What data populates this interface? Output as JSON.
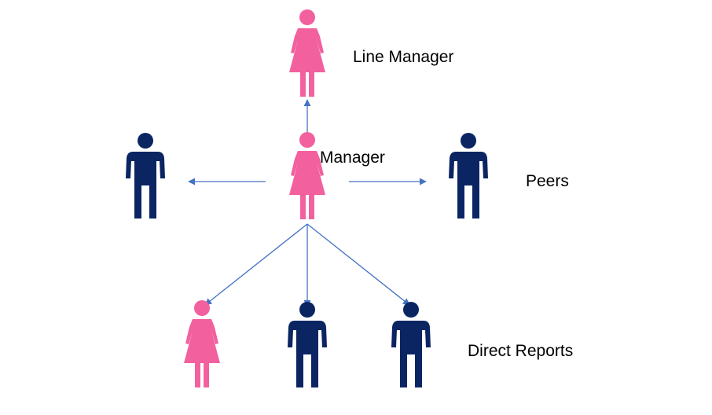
{
  "diagram": {
    "labels": {
      "line_manager": "Line Manager",
      "manager": "Manager",
      "peers": "Peers",
      "direct_reports": "Direct Reports"
    },
    "colors": {
      "female": "#f2609e",
      "male": "#0b2563",
      "arrow": "#4472c4"
    },
    "people": [
      {
        "role": "line-manager",
        "icon": "female-person-icon"
      },
      {
        "role": "manager",
        "icon": "female-person-icon"
      },
      {
        "role": "peer-left",
        "icon": "male-person-icon"
      },
      {
        "role": "peer-right",
        "icon": "male-person-icon"
      },
      {
        "role": "direct-report-1",
        "icon": "female-person-icon"
      },
      {
        "role": "direct-report-2",
        "icon": "male-person-icon"
      },
      {
        "role": "direct-report-3",
        "icon": "male-person-icon"
      }
    ]
  }
}
